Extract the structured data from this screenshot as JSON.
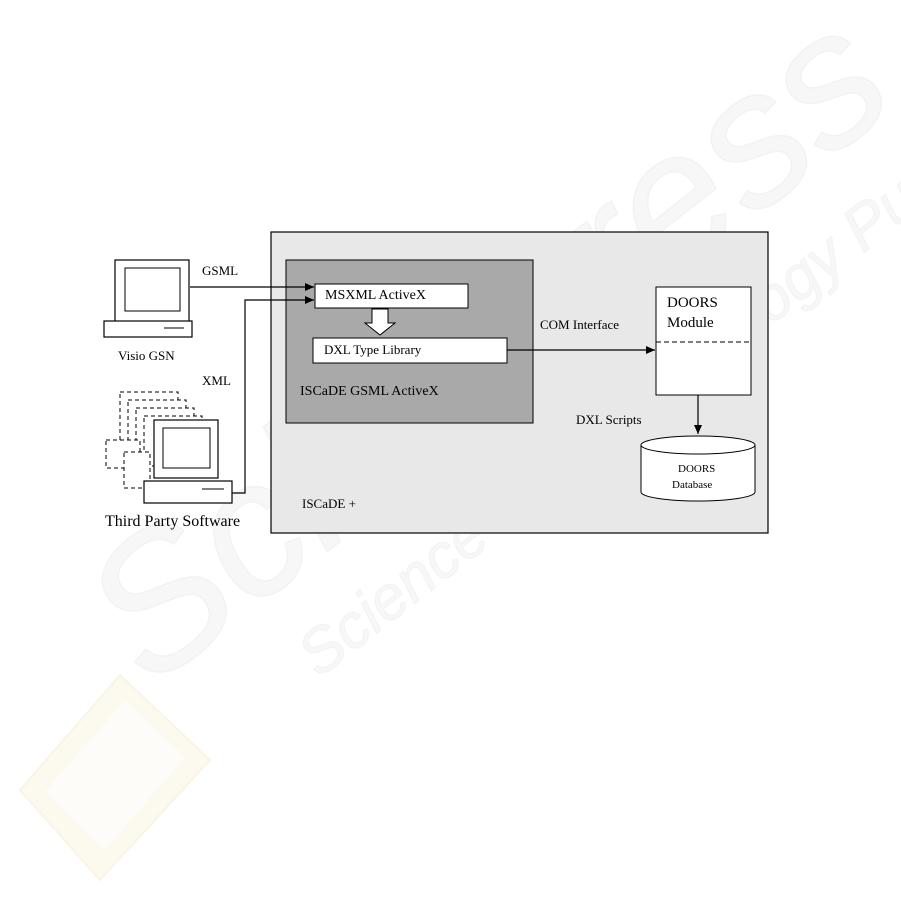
{
  "diagram": {
    "labels": {
      "gsml": "GSML",
      "visio_gsn": "Visio GSN",
      "xml": "XML",
      "third_party_software": "Third Party Software",
      "msxml_activex": "MSXML ActiveX",
      "dxl_type_library": "DXL Type Library",
      "iscade_gsml_activex": "ISCaDE GSML ActiveX",
      "com_interface": "COM Interface",
      "doors_module_line1": "DOORS",
      "doors_module_line2": "Module",
      "dxl_scripts": "DXL Scripts",
      "doors_database_line1": "DOORS",
      "doors_database_line2": "Database",
      "iscade_plus": "ISCaDE +"
    },
    "watermark": {
      "lines": [
        "SciTePress",
        "Science and Technology Publications"
      ]
    },
    "colors": {
      "outer_box_fill": "#e8e8e8",
      "inner_box_fill": "#a9a9a9",
      "node_fill": "#ffffff",
      "stroke": "#000000"
    }
  }
}
